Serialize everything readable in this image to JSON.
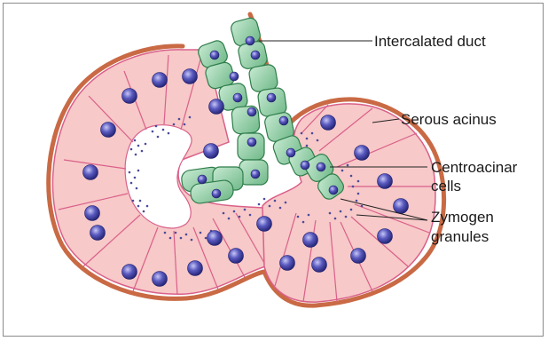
{
  "labels": {
    "intercalated_duct": "Intercalated duct",
    "serous_acinus": "Serous acinus",
    "centroacinar_line1": "Centroacinar",
    "centroacinar_line2": "cells",
    "zymogen_line1": "Zymogen",
    "zymogen_line2": "granules"
  },
  "colors": {
    "acinar_cell": "#f7c9c8",
    "cell_border": "#d9608a",
    "basement_membrane": "#c96a45",
    "duct_cell": "#8fcca1",
    "duct_border": "#2f7d4b",
    "nucleus": "#3a3a9e",
    "granule": "#4b4b9a",
    "leader_line": "#222222"
  }
}
